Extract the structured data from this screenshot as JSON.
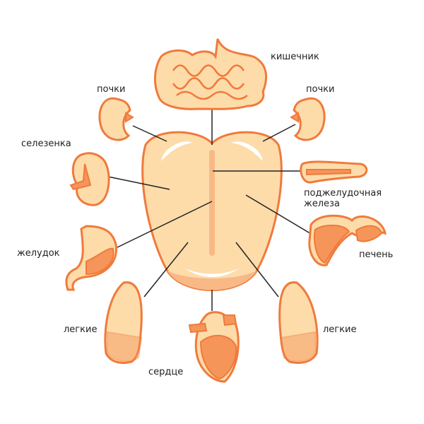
{
  "labels": {
    "intestine": "кишечник",
    "kidney_left": "почки",
    "kidney_right": "почки",
    "spleen": "селезенка",
    "pancreas_1": "поджелудочная",
    "pancreas_2": "железа",
    "stomach": "желудок",
    "liver": "печень",
    "lung_left": "легкие",
    "lung_right": "легкие",
    "heart": "сердце"
  },
  "colors": {
    "outline": "#f07a3c",
    "fill": "#fddcaa",
    "dark": "#f5955a"
  }
}
